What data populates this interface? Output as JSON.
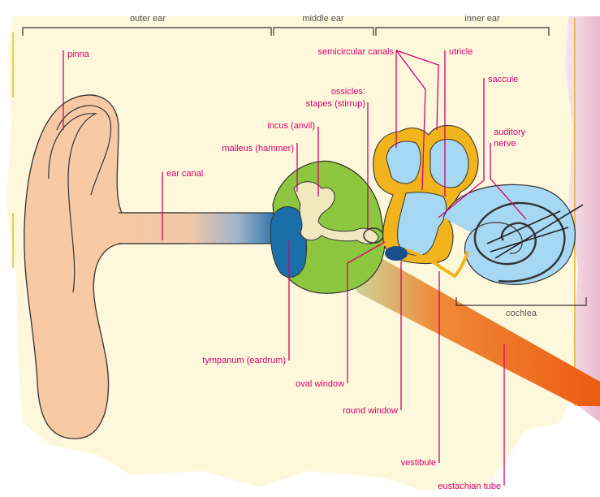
{
  "regions": {
    "outer": "outer ear",
    "middle": "middle ear",
    "inner": "inner ear"
  },
  "labels": {
    "pinna": "pinna",
    "ear_canal": "ear canal",
    "semicircular_canals": "semicircular canals",
    "utricle": "utricle",
    "ossicles_1": "ossicles:",
    "ossicles_2": "stapes (stirrup)",
    "saccule": "saccule",
    "incus": "incus (anvil)",
    "malleus": "malleus (hammer)",
    "auditory_1": "auditory",
    "auditory_2": "nerve",
    "cochlea": "cochlea",
    "tympanum": "tympanum (eardrum)",
    "oval_window": "oval window",
    "round_window": "round window",
    "vestibule": "vestibule",
    "eustachian_tube": "eustachian tube"
  },
  "colors": {
    "label": "#d6006d",
    "background": "#fdf8dc",
    "skin": "#f7c9a4",
    "middle_ear": "#8dc63f",
    "eardrum": "#1b6fa8",
    "inner_fluid": "#a6d7f3",
    "bone": "#f1e8c0",
    "labyrinth": "#f2b41d",
    "tube": "#ee6a1c"
  }
}
